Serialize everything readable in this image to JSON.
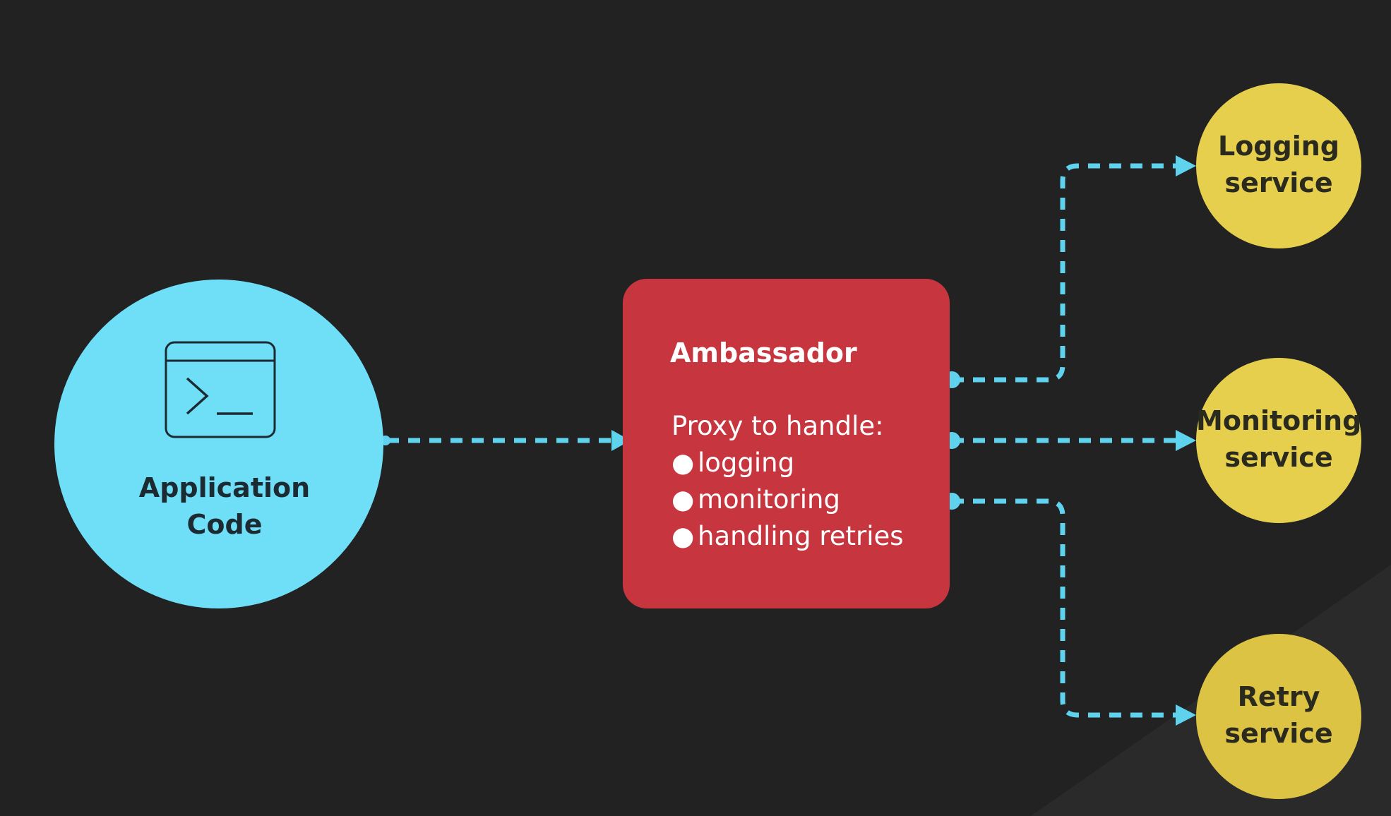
{
  "application": {
    "label_lines": [
      "Application",
      "Code"
    ],
    "icon": "terminal-icon"
  },
  "ambassador": {
    "title": "Ambassador",
    "subtitle": "Proxy to handle:",
    "items": [
      "logging",
      "monitoring",
      "handling retries"
    ]
  },
  "services": [
    {
      "lines": [
        "Logging",
        "service"
      ]
    },
    {
      "lines": [
        "Monitoring",
        "service"
      ]
    },
    {
      "lines": [
        "Retry",
        "service"
      ]
    }
  ],
  "colors": {
    "background": "#222223",
    "application": "#6fdff8",
    "ambassador": "#c7363f",
    "service": "#e6cf4d",
    "connector": "#5fd3ee"
  }
}
